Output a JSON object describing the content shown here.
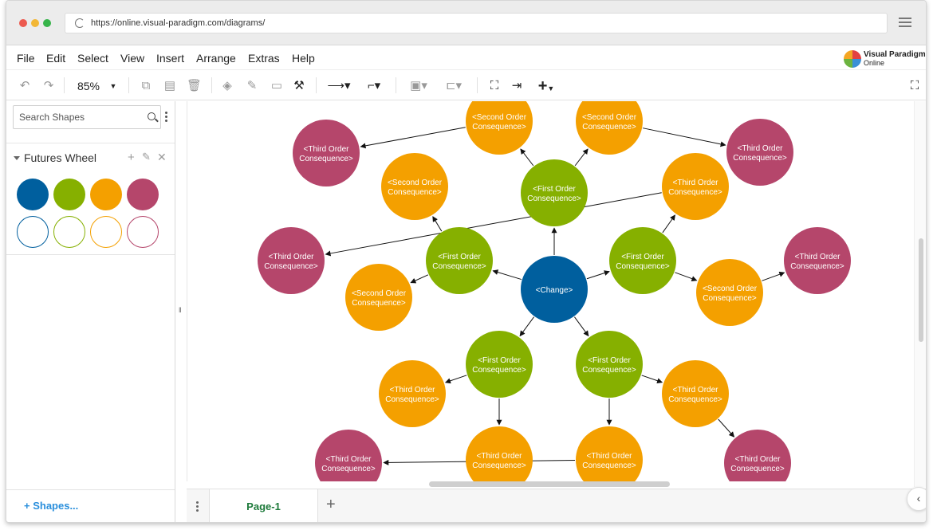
{
  "browser": {
    "url": "https://online.visual-paradigm.com/diagrams/",
    "dots": [
      "#ec5a4f",
      "#f2b736",
      "#37b44a"
    ]
  },
  "menu": [
    "File",
    "Edit",
    "Select",
    "View",
    "Insert",
    "Arrange",
    "Extras",
    "Help"
  ],
  "logo": {
    "line1": "Visual Paradigm",
    "line2": "Online"
  },
  "toolbar": {
    "zoom": "85%"
  },
  "sidebar": {
    "search_placeholder": "Search Shapes",
    "section_title": "Futures Wheel",
    "palette_colors": [
      "#005f9e",
      "#86b000",
      "#f4a000",
      "#b5466b"
    ],
    "shapes_link": "+ Shapes..."
  },
  "bottom": {
    "page_tab": "Page-1"
  },
  "diagram": {
    "colors": {
      "change": "#005f9e",
      "first": "#86b000",
      "second": "#f4a000",
      "third": "#b5466b"
    },
    "nodes": [
      {
        "id": "c",
        "kind": "change",
        "line1": "<Change>",
        "line2": ""
      },
      {
        "id": "f1",
        "kind": "first",
        "line1": "<First Order",
        "line2": "Consequence>"
      },
      {
        "id": "f2",
        "kind": "first",
        "line1": "<First Order",
        "line2": "Consequence>"
      },
      {
        "id": "f3",
        "kind": "first",
        "line1": "<First Order",
        "line2": "Consequence>"
      },
      {
        "id": "f4",
        "kind": "first",
        "line1": "<First Order",
        "line2": "Consequence>"
      },
      {
        "id": "f5",
        "kind": "first",
        "line1": "<First Order",
        "line2": "Consequence>"
      },
      {
        "id": "s1",
        "kind": "second",
        "line1": "<Second Order",
        "line2": "Consequence>"
      },
      {
        "id": "s2",
        "kind": "second",
        "line1": "<Second Order",
        "line2": "Consequence>"
      },
      {
        "id": "s3",
        "kind": "second",
        "line1": "<Second Order",
        "line2": "Consequence>"
      },
      {
        "id": "s4",
        "kind": "second",
        "line1": "<Second Order",
        "line2": "Consequence>"
      },
      {
        "id": "s5",
        "kind": "second",
        "line1": "<Third Order",
        "line2": "Consequence>"
      },
      {
        "id": "s6",
        "kind": "second",
        "line1": "<Second Order",
        "line2": "Consequence>"
      },
      {
        "id": "s7",
        "kind": "second",
        "line1": "<Third Order",
        "line2": "Consequence>"
      },
      {
        "id": "s8",
        "kind": "second",
        "line1": "<Third Order",
        "line2": "Consequence>"
      },
      {
        "id": "s9",
        "kind": "second",
        "line1": "<Third Order",
        "line2": "Consequence>"
      },
      {
        "id": "s10",
        "kind": "second",
        "line1": "<Third Order",
        "line2": "Consequence>"
      },
      {
        "id": "t1",
        "kind": "third",
        "line1": "<Third Order",
        "line2": "Consequence>"
      },
      {
        "id": "t2",
        "kind": "third",
        "line1": "<Third Order",
        "line2": "Consequence>"
      },
      {
        "id": "t3",
        "kind": "third",
        "line1": "<Third Order",
        "line2": "Consequence>"
      },
      {
        "id": "t4",
        "kind": "third",
        "line1": "<Third Order",
        "line2": "Consequence>"
      },
      {
        "id": "t5",
        "kind": "third",
        "line1": "<Third Order",
        "line2": "Consequence>"
      },
      {
        "id": "t6",
        "kind": "third",
        "line1": "<Third Order",
        "line2": "Consequence>"
      }
    ],
    "edges": [
      [
        "c",
        "f1"
      ],
      [
        "c",
        "f2"
      ],
      [
        "c",
        "f3"
      ],
      [
        "c",
        "f4"
      ],
      [
        "c",
        "f5"
      ],
      [
        "f1",
        "s1"
      ],
      [
        "f1",
        "s2"
      ],
      [
        "f2",
        "s3"
      ],
      [
        "s3",
        "t1"
      ],
      [
        "f2",
        "s4"
      ],
      [
        "s4",
        "t2"
      ],
      [
        "f3",
        "s5"
      ],
      [
        "s5",
        "t3"
      ],
      [
        "f3",
        "s6"
      ],
      [
        "s6",
        "t4"
      ],
      [
        "f4",
        "s7"
      ],
      [
        "f4",
        "s8"
      ],
      [
        "f5",
        "s9"
      ],
      [
        "f5",
        "s10"
      ],
      [
        "s9",
        "t5"
      ],
      [
        "s10",
        "t6"
      ]
    ]
  }
}
